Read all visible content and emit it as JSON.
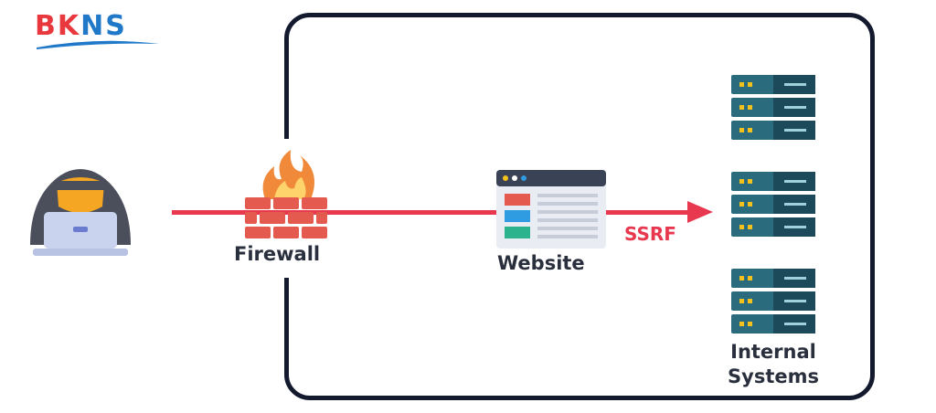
{
  "logo": {
    "text_b": "BK",
    "text_n": "NS"
  },
  "nodes": {
    "firewall": "Firewall",
    "website": "Website",
    "internal_line1": "Internal",
    "internal_line2": "Systems"
  },
  "arrow_label": "SSRF",
  "colors": {
    "arrow": "#e8384f",
    "frame": "#141a2e",
    "server_dark": "#1d4a5a",
    "server_mid": "#2a6b7d",
    "server_led": "#f5c21b",
    "brick": "#e45a4f",
    "flame": "#f08a3a"
  },
  "icons": [
    "hacker-icon",
    "firewall-icon",
    "website-icon",
    "server-icon"
  ]
}
